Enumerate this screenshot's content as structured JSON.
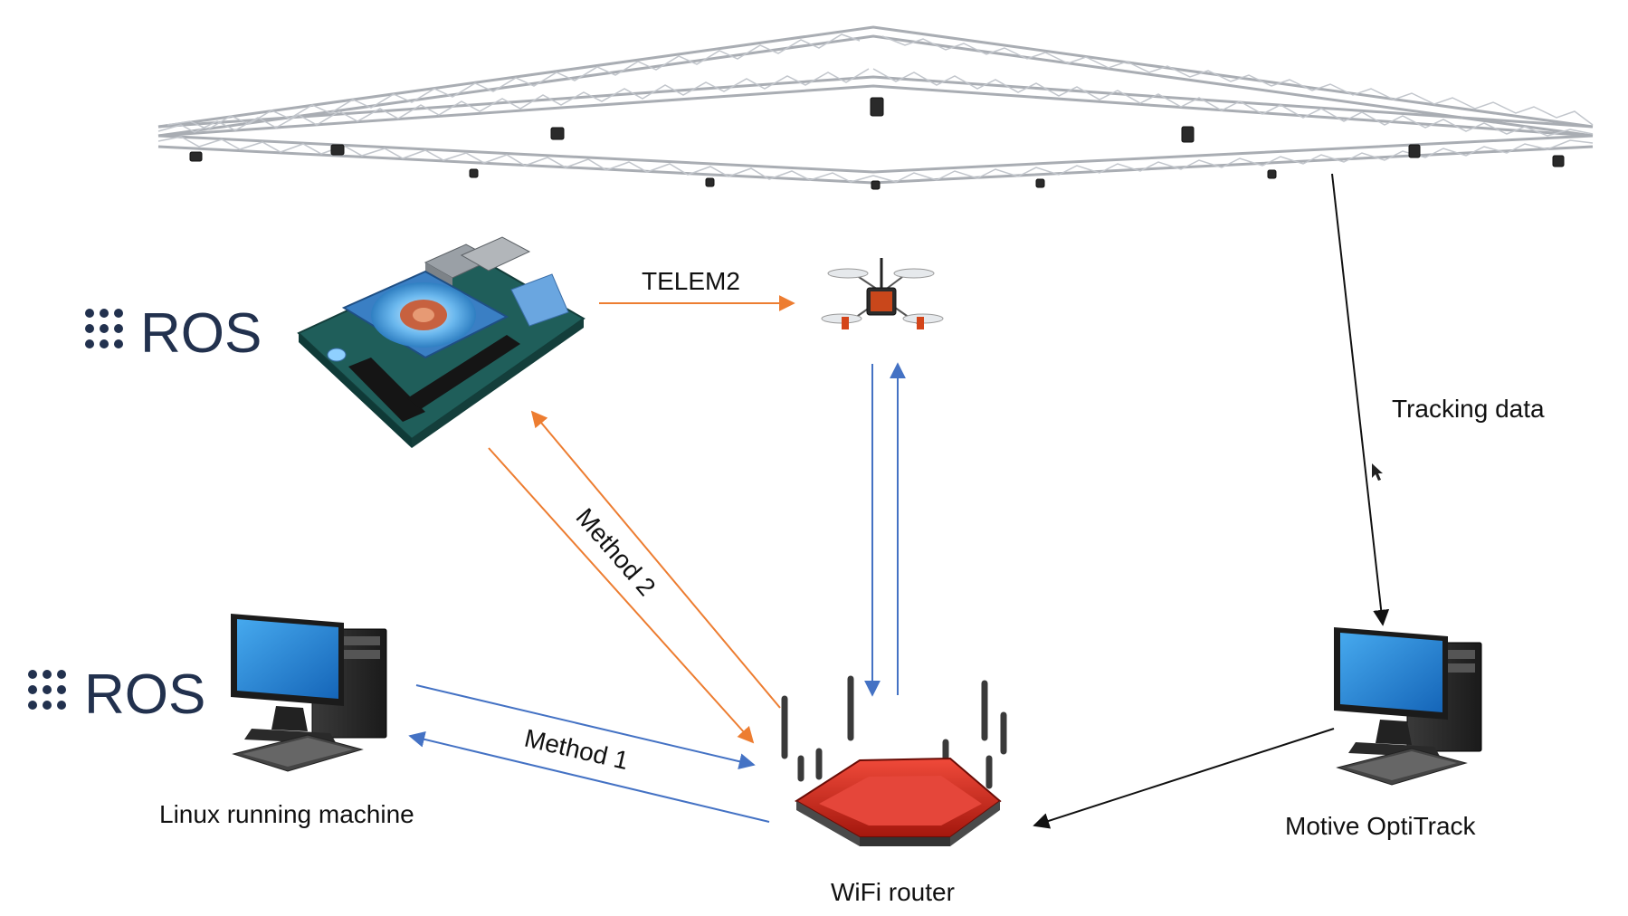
{
  "labels": {
    "telem2": "TELEM2",
    "tracking_data": "Tracking data",
    "method_1": "Method 1",
    "method_2": "Method 2",
    "linux_machine": "Linux running machine",
    "motive_optitrack": "Motive OptiTrack",
    "wifi_router": "WiFi router"
  },
  "ros_logo": {
    "text": "ROS",
    "color": "#22314e"
  },
  "colors": {
    "orange_arrow": "#ed7d31",
    "blue_arrow": "#4472c4",
    "black_arrow": "#111111",
    "router_red": "#d42a1e",
    "screen_blue": "#1f86d6",
    "truss_gray": "#a9adb3"
  },
  "icons": [
    "camera-truss-icon",
    "odroid-board-icon",
    "quadcopter-drone-icon",
    "desktop-computer-icon",
    "wifi-router-icon",
    "ros-logo-icon"
  ]
}
